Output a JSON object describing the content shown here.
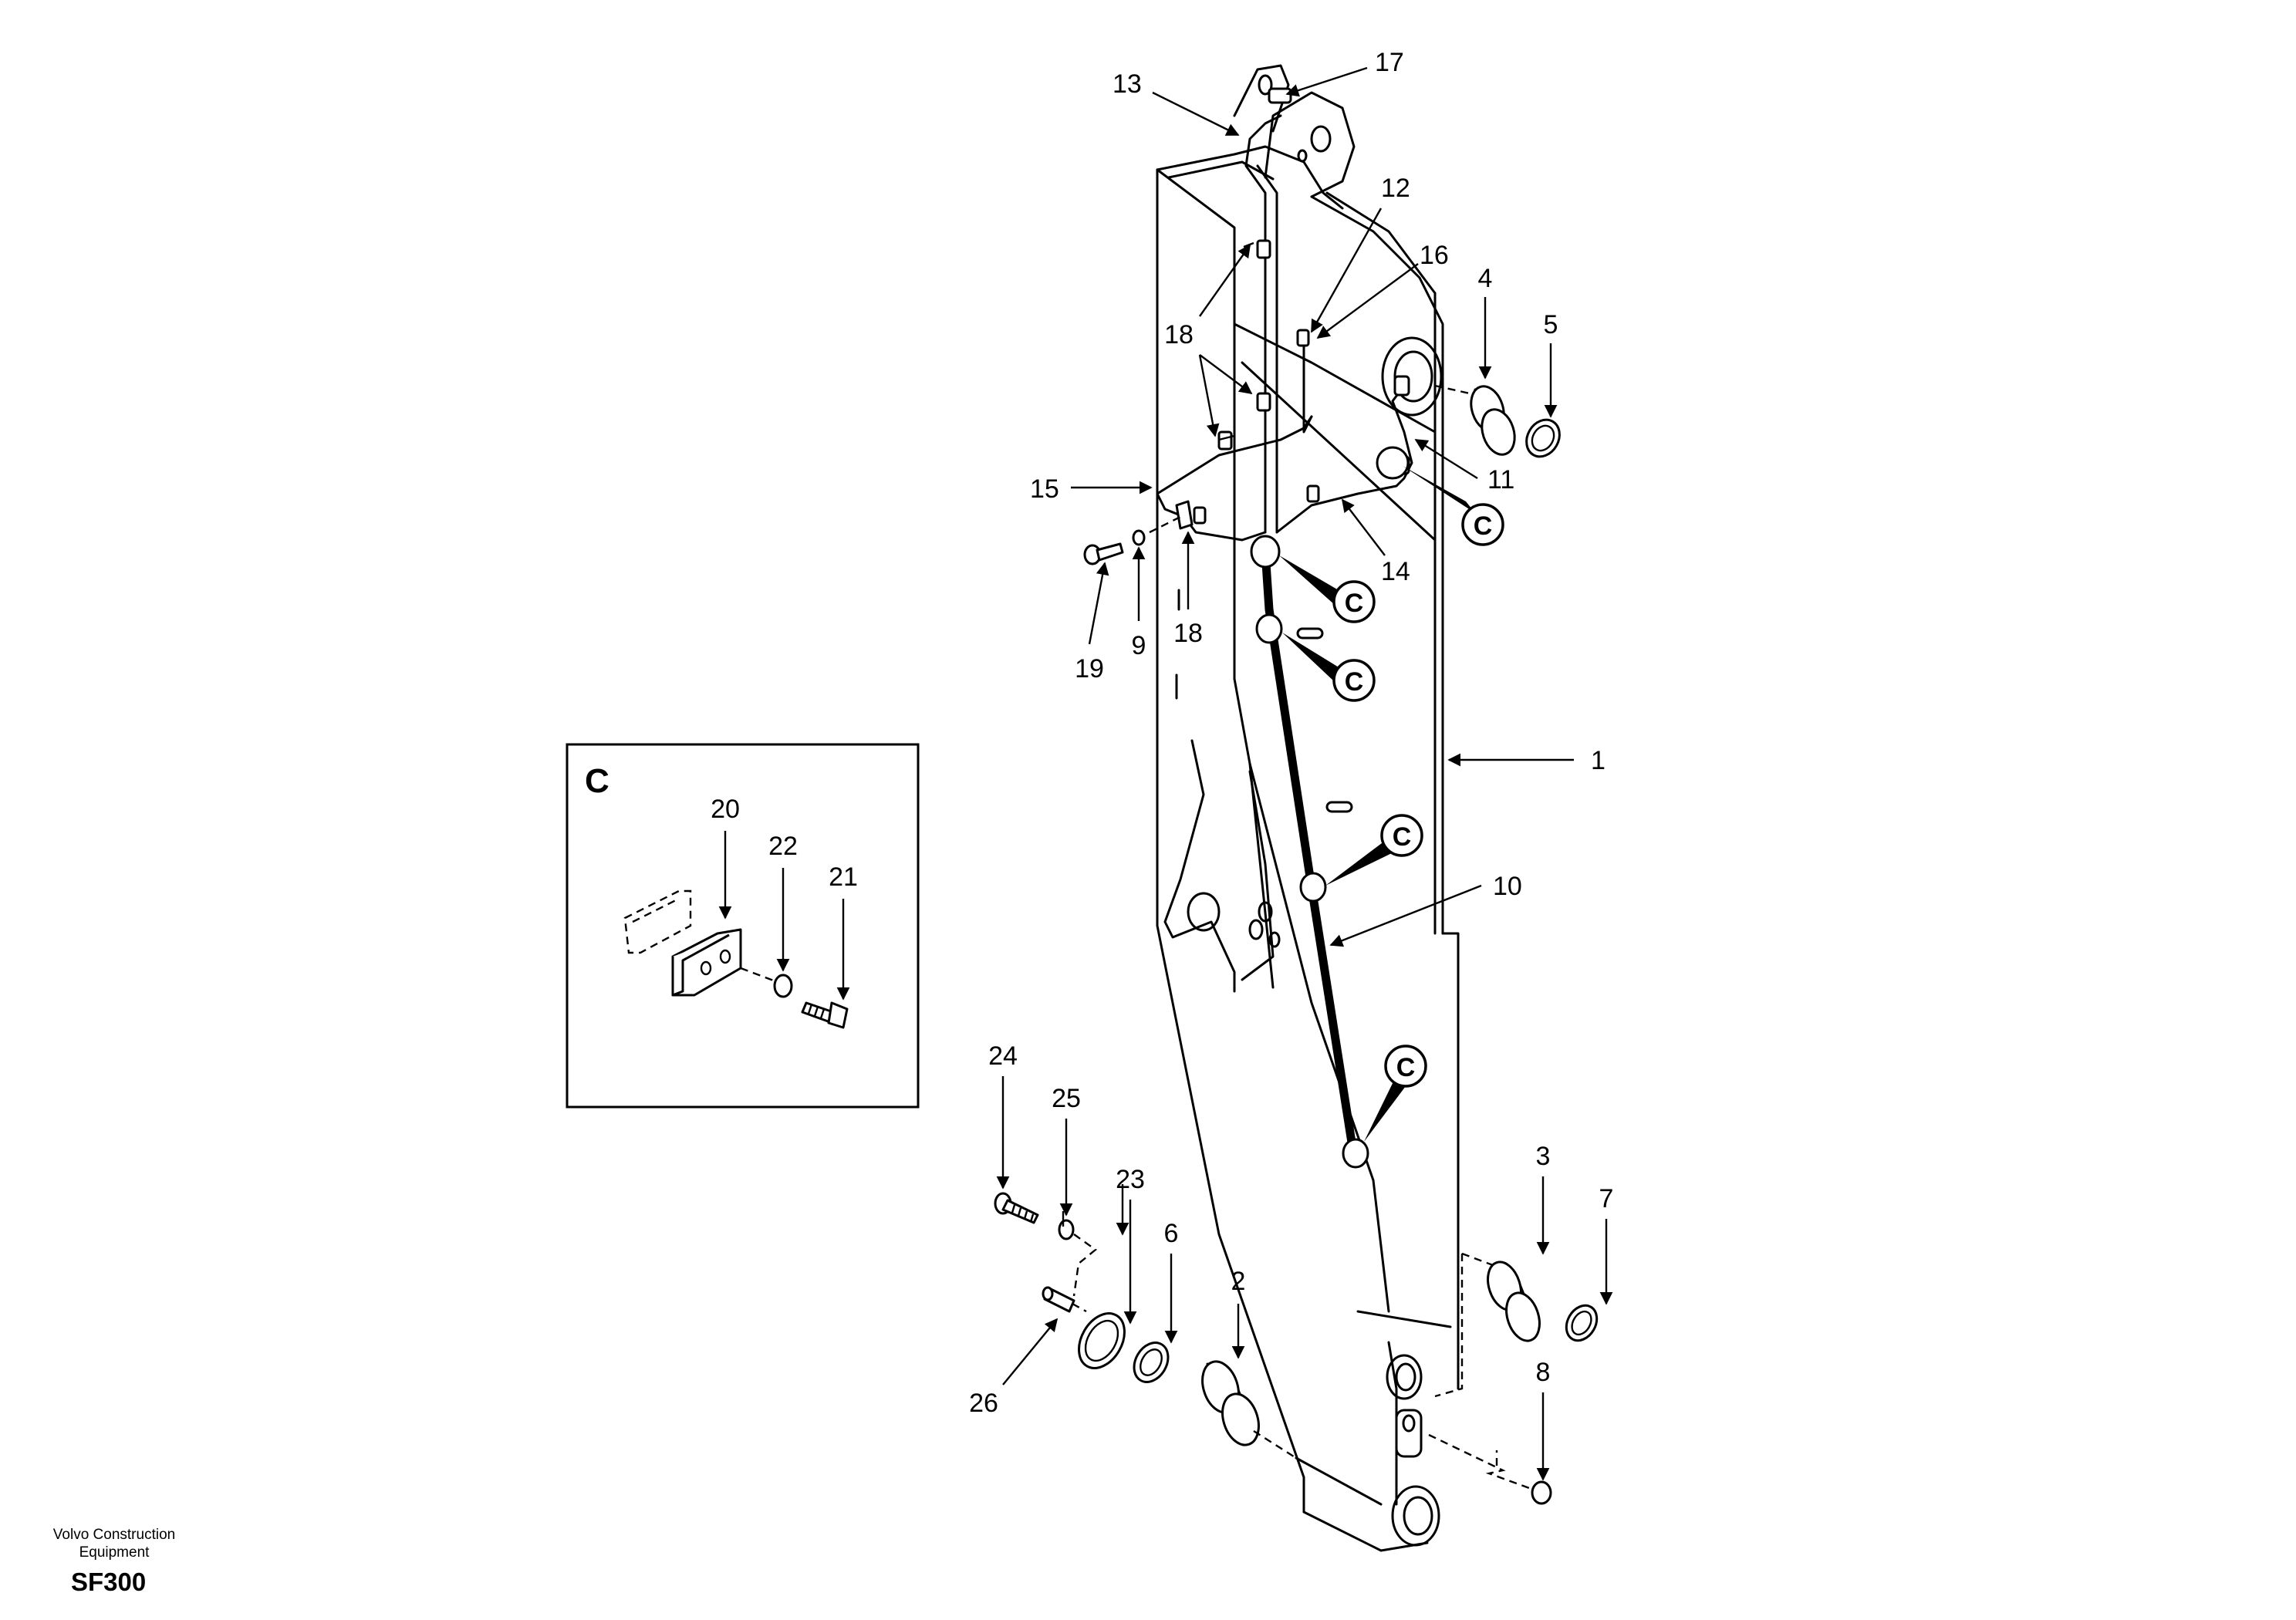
{
  "diagram": {
    "callouts": {
      "c1": "1",
      "c2": "2",
      "c3": "3",
      "c4": "4",
      "c5": "5",
      "c6": "6",
      "c7": "7",
      "c8": "8",
      "c9": "9",
      "c10": "10",
      "c11": "11",
      "c12": "12",
      "c13": "13",
      "c14": "14",
      "c15": "15",
      "c16": "16",
      "c17": "17",
      "c18a": "18",
      "c18b": "18",
      "c19": "19",
      "c23": "23",
      "c24": "24",
      "c25": "25",
      "c26": "26"
    },
    "marker_letter": "C",
    "detail": {
      "title": "C",
      "callouts": {
        "c20": "20",
        "c21": "21",
        "c22": "22"
      }
    }
  },
  "footer": {
    "company_line1": "Volvo Construction",
    "company_line2": "Equipment",
    "code": "SF300"
  }
}
